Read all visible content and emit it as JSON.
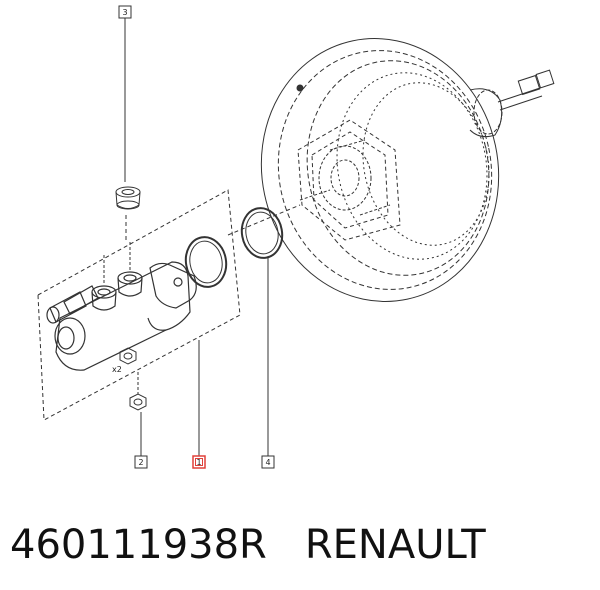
{
  "callouts": {
    "c3": "3",
    "c2": "2",
    "c1": "1",
    "c4": "4"
  },
  "small_mark": "x2",
  "caption": {
    "part_number": "460111938R",
    "brand": "RENAULT"
  },
  "colors": {
    "line": "#333333",
    "highlight": "#e0403a"
  }
}
